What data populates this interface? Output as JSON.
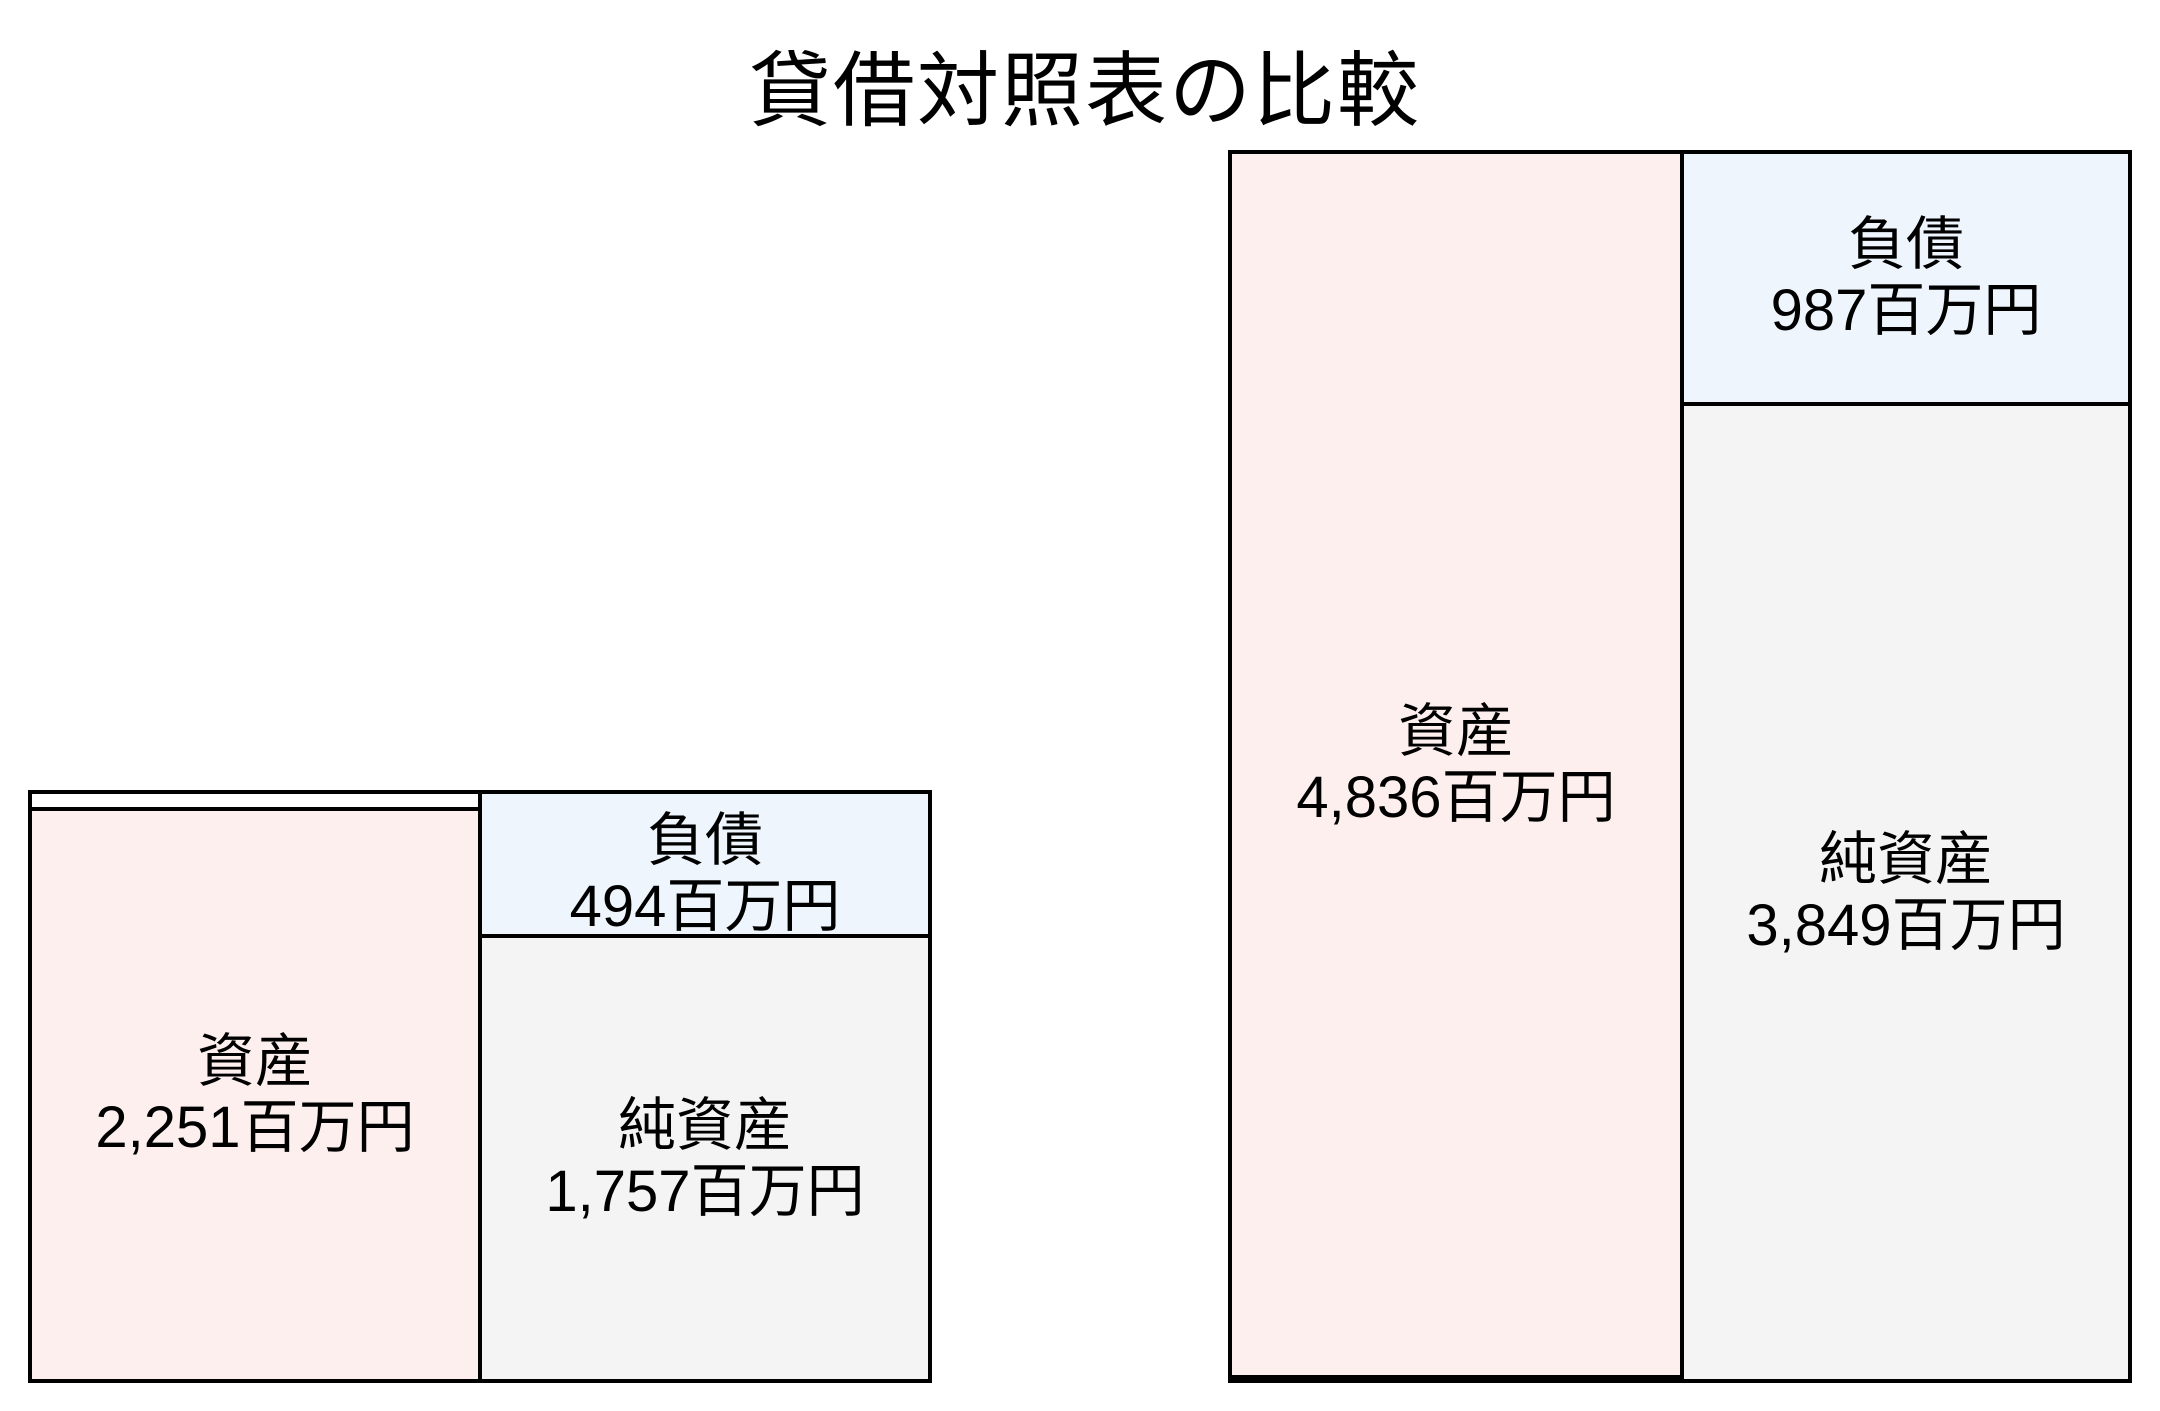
{
  "title": "貸借対照表の比較",
  "colors": {
    "assets": "#FDEFEE",
    "liabilities": "#EEF5FD",
    "net_assets": "#F4F4F4",
    "border": "#000000"
  },
  "balance_sheets": [
    {
      "position": "left",
      "assets": {
        "label": "資産",
        "value": "2,251百万円"
      },
      "liabilities": {
        "label": "負債",
        "value": "494百万円"
      },
      "net_assets": {
        "label": "純資産",
        "value": "1,757百万円"
      }
    },
    {
      "position": "right",
      "assets": {
        "label": "資産",
        "value": "4,836百万円"
      },
      "liabilities": {
        "label": "負債",
        "value": "987百万円"
      },
      "net_assets": {
        "label": "純資産",
        "value": "3,849百万円"
      }
    }
  ],
  "chart_data": {
    "type": "bar",
    "subtype": "stacked proportional balance-sheet boxes",
    "title": "貸借対照表の比較",
    "unit": "百万円",
    "xlabel": "",
    "ylabel": "",
    "grid": false,
    "legend": null,
    "panels": [
      {
        "position": "left",
        "assets": 2251,
        "liabilities": 494,
        "net_assets": 1757
      },
      {
        "position": "right",
        "assets": 4836,
        "liabilities": 987,
        "net_assets": 3849
      }
    ],
    "series": [
      {
        "name": "資産",
        "values": [
          2251,
          4836
        ]
      },
      {
        "name": "負債",
        "values": [
          494,
          987
        ]
      },
      {
        "name": "純資産",
        "values": [
          1757,
          3849
        ]
      }
    ]
  }
}
